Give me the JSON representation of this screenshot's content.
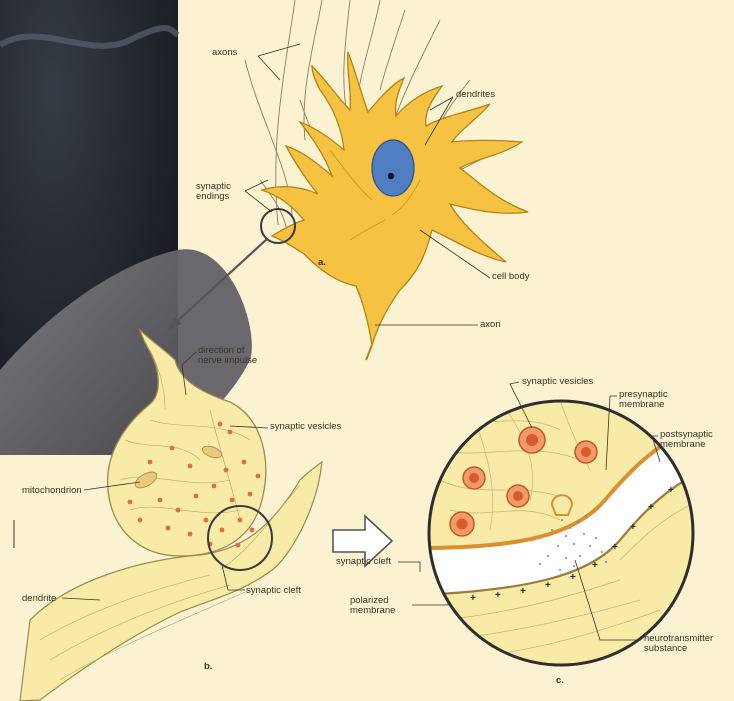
{
  "labels": {
    "axons": "axons",
    "dendrites": "dendrites",
    "synaptic_endings": "synaptic\nendings",
    "cell_body": "cell body",
    "axon": "axon",
    "panel_a": "a.",
    "direction": "direction of\nnerve impulse",
    "synaptic_vesicles_b": "synaptic vesicles",
    "mitochondrion": "mitochondrion",
    "dendrite": "dendrite",
    "synaptic_cleft_b": "synaptic cleft",
    "panel_b": "b.",
    "synaptic_vesicles_c": "synaptic vesicles",
    "presynaptic_membrane": "presynaptic\nmembrane",
    "postsynaptic_membrane": "postsynaptic\nmembrane",
    "synaptic_cleft_c": "synaptic cleft",
    "polarized_membrane": "polarized\nmembrane",
    "neurotransmitter": "neurotransmitter\nsubstance",
    "panel_c": "c."
  },
  "colors": {
    "background": "#fbf2d2",
    "neuron": "#f5c242",
    "neuron_outline": "#b48317",
    "nucleus": "#4f7ec2",
    "terminal": "#f8eba8",
    "vesicle": "#e56a3e",
    "dark_photo": "#1e2228"
  },
  "icons": {
    "arrow": "hollow-right-arrow-icon"
  }
}
